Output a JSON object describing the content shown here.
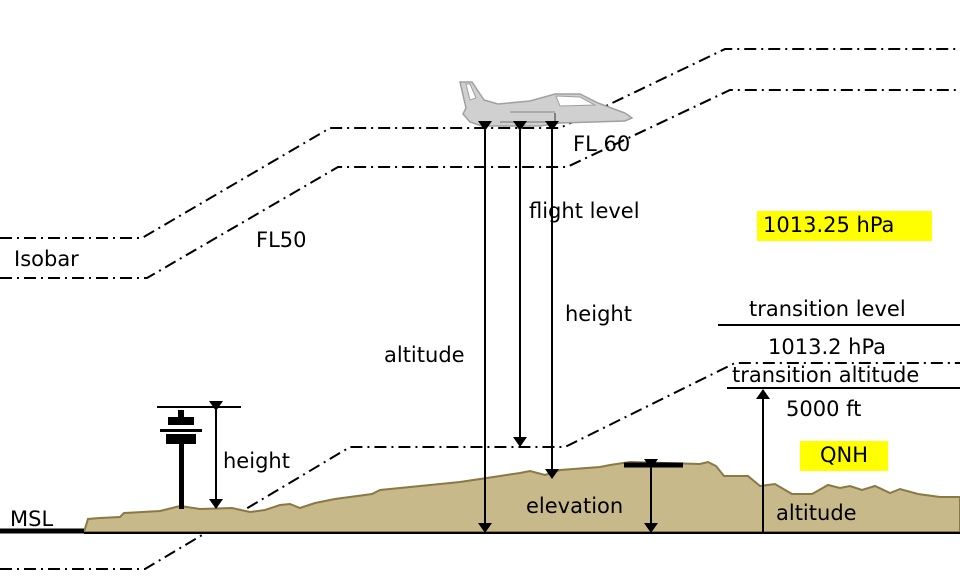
{
  "title": "Altitude, height, elevation and flight level diagram",
  "colors": {
    "terrain_fill": "#c8b98a",
    "terrain_stroke": "#8a7845",
    "aircraft_fill": "#d0d0d0",
    "aircraft_stroke": "#a0a0a0",
    "highlight": "#ffff00",
    "line": "#000000"
  },
  "labels": {
    "isobar": "Isobar",
    "fl50": "FL50",
    "fl60": "FL 60",
    "flight_level": "flight level",
    "height_aircraft": "height",
    "altitude_aircraft": "altitude",
    "height_tower": "height",
    "msl": "MSL",
    "elevation": "elevation",
    "standard_pressure": "1013.25 hPa",
    "transition_level": "transition level",
    "transition_pressure": "1013.2 hPa",
    "transition_altitude": "transition altitude",
    "transition_altitude_value": "5000 ft",
    "qnh": "QNH",
    "altitude_right": "altitude"
  }
}
